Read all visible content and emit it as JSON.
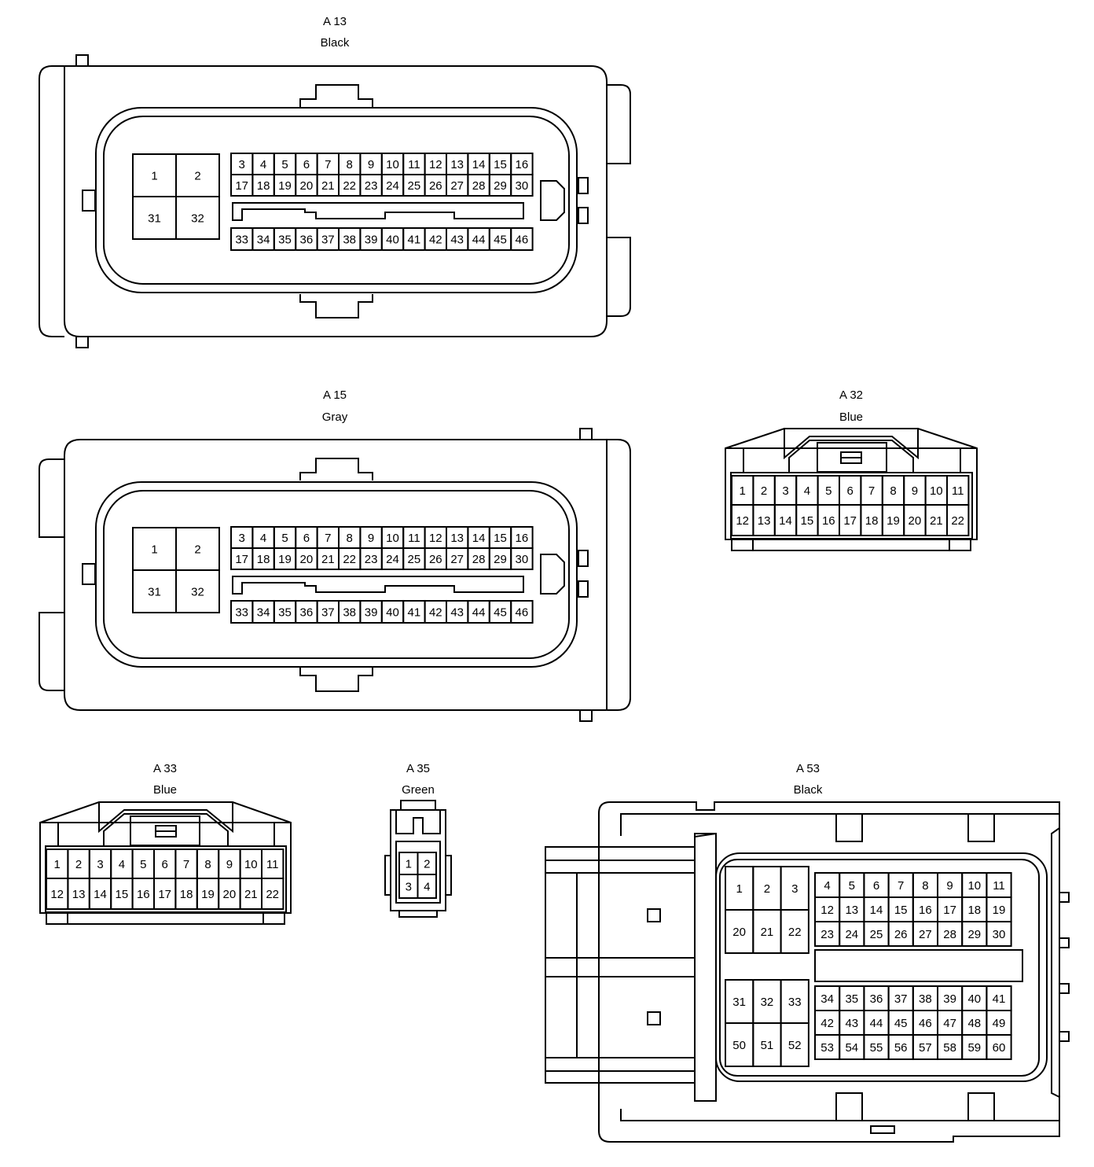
{
  "connectors": [
    {
      "id": "A13",
      "code": "A 13",
      "color": "Black",
      "pin_rows": [
        [
          "1",
          "2"
        ],
        [
          "31",
          "32"
        ],
        [
          "3",
          "4",
          "5",
          "6",
          "7",
          "8",
          "9",
          "10",
          "11",
          "12",
          "13",
          "14",
          "15",
          "16"
        ],
        [
          "17",
          "18",
          "19",
          "20",
          "21",
          "22",
          "23",
          "24",
          "25",
          "26",
          "27",
          "28",
          "29",
          "30"
        ],
        [
          "33",
          "34",
          "35",
          "36",
          "37",
          "38",
          "39",
          "40",
          "41",
          "42",
          "43",
          "44",
          "45",
          "46"
        ]
      ]
    },
    {
      "id": "A15",
      "code": "A 15",
      "color": "Gray",
      "pin_rows": [
        [
          "1",
          "2"
        ],
        [
          "31",
          "32"
        ],
        [
          "3",
          "4",
          "5",
          "6",
          "7",
          "8",
          "9",
          "10",
          "11",
          "12",
          "13",
          "14",
          "15",
          "16"
        ],
        [
          "17",
          "18",
          "19",
          "20",
          "21",
          "22",
          "23",
          "24",
          "25",
          "26",
          "27",
          "28",
          "29",
          "30"
        ],
        [
          "33",
          "34",
          "35",
          "36",
          "37",
          "38",
          "39",
          "40",
          "41",
          "42",
          "43",
          "44",
          "45",
          "46"
        ]
      ]
    },
    {
      "id": "A32",
      "code": "A 32",
      "color": "Blue",
      "pin_rows": [
        [
          "1",
          "2",
          "3",
          "4",
          "5",
          "6",
          "7",
          "8",
          "9",
          "10",
          "11"
        ],
        [
          "12",
          "13",
          "14",
          "15",
          "16",
          "17",
          "18",
          "19",
          "20",
          "21",
          "22"
        ]
      ]
    },
    {
      "id": "A33",
      "code": "A 33",
      "color": "Blue",
      "pin_rows": [
        [
          "1",
          "2",
          "3",
          "4",
          "5",
          "6",
          "7",
          "8",
          "9",
          "10",
          "11"
        ],
        [
          "12",
          "13",
          "14",
          "15",
          "16",
          "17",
          "18",
          "19",
          "20",
          "21",
          "22"
        ]
      ]
    },
    {
      "id": "A35",
      "code": "A 35",
      "color": "Green",
      "pin_rows": [
        [
          "1",
          "2"
        ],
        [
          "3",
          "4"
        ]
      ]
    },
    {
      "id": "A53",
      "code": "A 53",
      "color": "Black",
      "pin_rows": [
        [
          "1",
          "2",
          "3"
        ],
        [
          "20",
          "21",
          "22"
        ],
        [
          "4",
          "5",
          "6",
          "7",
          "8",
          "9",
          "10",
          "11"
        ],
        [
          "12",
          "13",
          "14",
          "15",
          "16",
          "17",
          "18",
          "19"
        ],
        [
          "23",
          "24",
          "25",
          "26",
          "27",
          "28",
          "29",
          "30"
        ],
        [
          "31",
          "32",
          "33"
        ],
        [
          "50",
          "51",
          "52"
        ],
        [
          "34",
          "35",
          "36",
          "37",
          "38",
          "39",
          "40",
          "41"
        ],
        [
          "42",
          "43",
          "44",
          "45",
          "46",
          "47",
          "48",
          "49"
        ],
        [
          "53",
          "54",
          "55",
          "56",
          "57",
          "58",
          "59",
          "60"
        ]
      ]
    }
  ]
}
